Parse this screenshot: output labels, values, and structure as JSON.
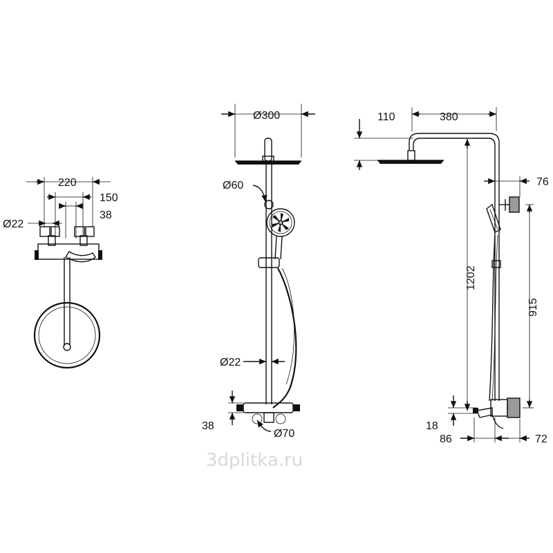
{
  "dimensions": {
    "left_view": [
      "220",
      "150",
      "Ø22",
      "38"
    ],
    "middle_view": [
      "Ø300",
      "Ø60",
      "Ø22",
      "38",
      "Ø70"
    ],
    "right_view": [
      "110",
      "380",
      "76",
      "1202",
      "915",
      "18",
      "86",
      "72"
    ]
  },
  "watermark": "3dplitka.ru"
}
